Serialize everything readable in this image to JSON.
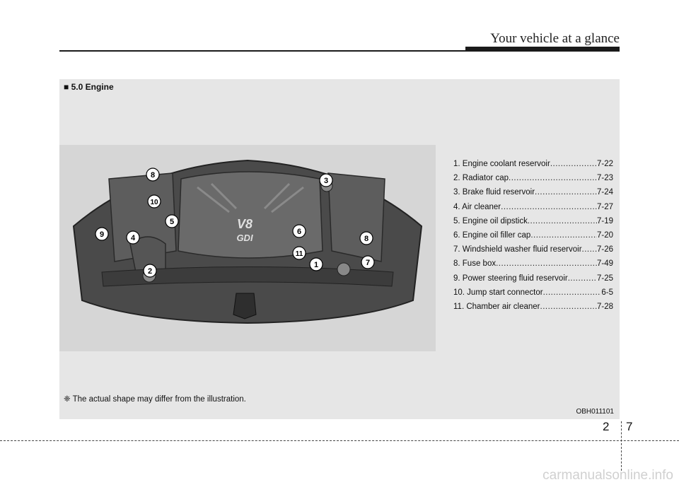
{
  "header": {
    "title": "Your vehicle at a glance"
  },
  "section": {
    "bullet": "■",
    "title": "5.0 Engine"
  },
  "illustration": {
    "engine_badge_line1": "V8",
    "engine_badge_line2": "GDI",
    "callouts": [
      "8",
      "10",
      "5",
      "9",
      "4",
      "2",
      "3",
      "6",
      "11",
      "1",
      "7",
      "8"
    ]
  },
  "legend": [
    {
      "label": "1. Engine coolant reservoir",
      "page": "7-22"
    },
    {
      "label": "2. Radiator cap",
      "page": "7-23"
    },
    {
      "label": "3. Brake fluid reservoir",
      "page": "7-24"
    },
    {
      "label": "4. Air cleaner",
      "page": "7-27"
    },
    {
      "label": "5. Engine oil dipstick",
      "page": "7-19"
    },
    {
      "label": "6. Engine oil filler cap",
      "page": "7-20"
    },
    {
      "label": "7. Windshield washer fluid reservoir",
      "page": "7-26"
    },
    {
      "label": "8. Fuse box",
      "page": "7-49"
    },
    {
      "label": "9. Power steering fluid reservoir",
      "page": "7-25"
    },
    {
      "label": "10. Jump start connector",
      "page": "6-5"
    },
    {
      "label": "11. Chamber air cleaner",
      "page": "7-28"
    }
  ],
  "note": "❈ The actual shape may differ from the illustration.",
  "image_code": "OBH011101",
  "footer": {
    "section": "2",
    "page": "7"
  },
  "watermark": "carmanualsonline.info"
}
